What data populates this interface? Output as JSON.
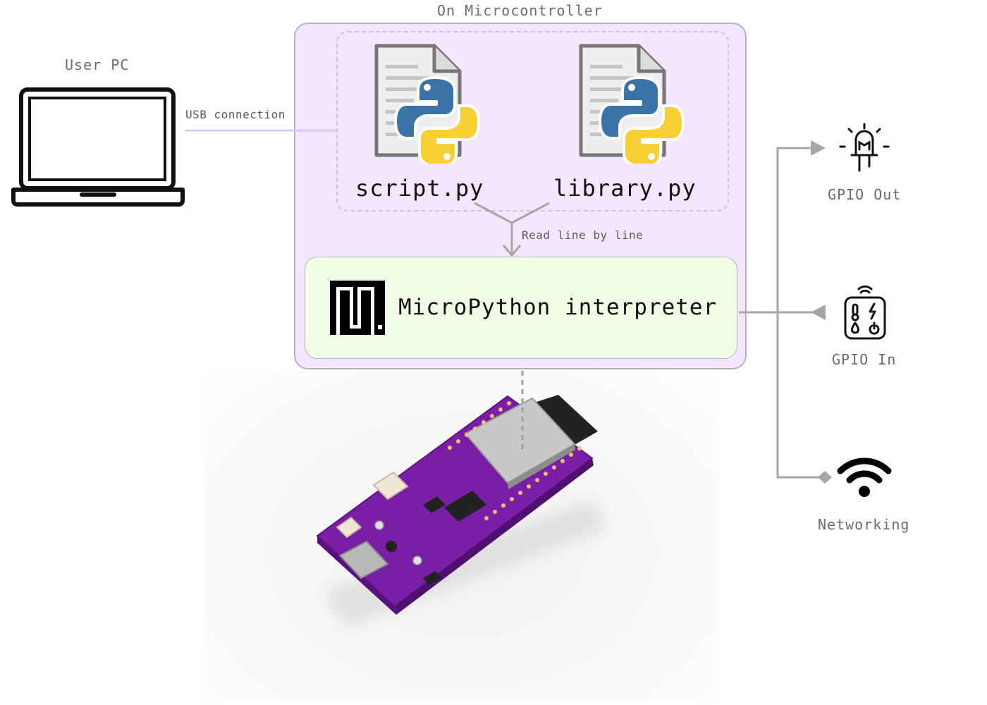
{
  "labels": {
    "on_microcontroller": "On Microcontroller",
    "user_pc": "User PC",
    "usb_connection": "USB connection",
    "read_line_by_line": "Read line by line",
    "interpreter": "MicroPython interpreter",
    "gpio_out": "GPIO Out",
    "gpio_in": "GPIO In",
    "networking": "Networking"
  },
  "files": [
    {
      "name": "script.py",
      "icon": "python-file-icon"
    },
    {
      "name": "library.py",
      "icon": "python-file-icon"
    }
  ],
  "icons": {
    "laptop": "laptop-icon",
    "micropython_logo": "micropython-logo-icon",
    "led": "led-icon",
    "sensor": "sensor-icon",
    "wifi": "wifi-icon",
    "board": "microcontroller-board-image"
  },
  "colors": {
    "microcontroller_bg": "#f3e6fd",
    "interpreter_bg": "#f1fde6",
    "usb_line": "#d4c4ef",
    "connector": "#a6a6a6",
    "board": "#7a1ea8",
    "python_blue": "#3a73a8",
    "python_yellow": "#f7cf34"
  }
}
